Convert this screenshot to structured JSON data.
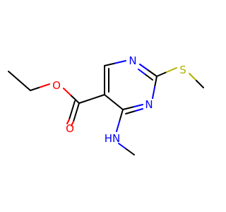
{
  "colors": {
    "carbon": "#000000",
    "nitrogen": "#0000ff",
    "oxygen": "#ff0000",
    "sulfur": "#b2b200",
    "background": "#ffffff"
  },
  "atoms": {
    "n_ring_top": {
      "element": "N",
      "label": "N"
    },
    "n_ring_bottom": {
      "element": "N",
      "label": "N"
    },
    "s_thio": {
      "element": "S",
      "label": "S"
    },
    "o_ester": {
      "element": "O",
      "label": "O"
    },
    "o_carbonyl": {
      "element": "O",
      "label": "O"
    },
    "nh_amine": {
      "element": "N",
      "label": "HN"
    }
  }
}
